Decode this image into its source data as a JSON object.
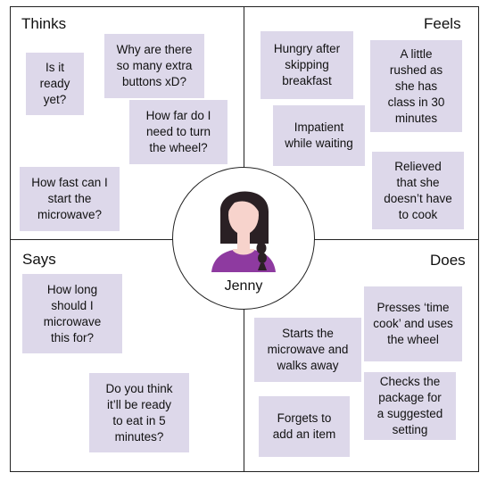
{
  "quadrants": {
    "thinks": "Thinks",
    "feels": "Feels",
    "says": "Says",
    "does": "Does"
  },
  "persona": {
    "name": "Jenny"
  },
  "notes": {
    "thinks": [
      "Is it\nready\nyet?",
      "Why are there\nso many extra\nbuttons xD?",
      "How far do I\nneed to turn\nthe wheel?",
      "How fast can I\nstart the\nmicrowave?"
    ],
    "feels": [
      "Hungry after\nskipping\nbreakfast",
      "A little\nrushed as\nshe has\nclass in 30\nminutes",
      "Impatient\nwhile waiting",
      "Relieved\nthat she\ndoesn’t have\nto cook"
    ],
    "says": [
      "How long\nshould I\nmicrowave\nthis for?",
      "Do you think\nit’ll be ready\nto eat in 5\nminutes?"
    ],
    "does": [
      "Presses ‘time\ncook’ and uses\nthe wheel",
      "Starts the\nmicrowave and\nwalks away",
      "Checks the\npackage for\na suggested\nsetting",
      "Forgets to\nadd an item"
    ]
  },
  "colors": {
    "note": "#ddd8ea",
    "hair": "#2a2024",
    "skin": "#f7d3cc",
    "shirt": "#8e3aa0"
  },
  "icons": {
    "avatar": "woman-avatar-icon"
  }
}
